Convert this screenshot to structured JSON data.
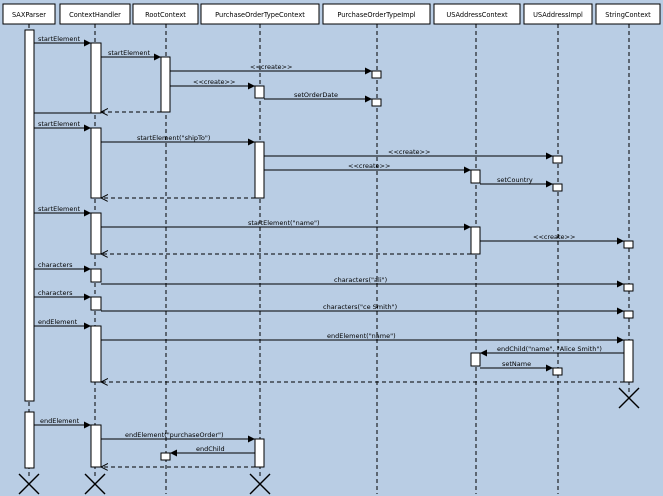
{
  "participants": [
    {
      "id": "sax",
      "label": "SAXParser"
    },
    {
      "id": "ch",
      "label": "ContextHandler"
    },
    {
      "id": "rc",
      "label": "RootContext"
    },
    {
      "id": "potc",
      "label": "PurchaseOrderTypeContext"
    },
    {
      "id": "poti",
      "label": "PurchaseOrderTypeImpl"
    },
    {
      "id": "usac",
      "label": "USAddressContext"
    },
    {
      "id": "usai",
      "label": "USAddressImpl"
    },
    {
      "id": "sc",
      "label": "StringContext"
    }
  ],
  "messages": [
    {
      "label": "startElement"
    },
    {
      "label": "startElement"
    },
    {
      "label": "<<create>>"
    },
    {
      "label": "<<create>>"
    },
    {
      "label": "setOrderDate"
    },
    {
      "label": "startElement"
    },
    {
      "label": "startElement(\"shipTo\")"
    },
    {
      "label": "<<create>>"
    },
    {
      "label": "<<create>>"
    },
    {
      "label": "setCountry"
    },
    {
      "label": "startElement"
    },
    {
      "label": "startElement(\"name\")"
    },
    {
      "label": "<<create>>"
    },
    {
      "label": "characters"
    },
    {
      "label": "characters(\"ali\")"
    },
    {
      "label": "characters"
    },
    {
      "label": "characters(\"ce Smith\")"
    },
    {
      "label": "endElement"
    },
    {
      "label": "endElement(\"name\")"
    },
    {
      "label": "endChild(\"name\", \"Alice Smith\")"
    },
    {
      "label": "setName"
    },
    {
      "label": "endElement"
    },
    {
      "label": "endElement(\"purchaseOrder\")"
    },
    {
      "label": "endChild"
    }
  ],
  "colors": {
    "background": "#b9cde4",
    "box": "#ffffff",
    "line": "#000000"
  }
}
